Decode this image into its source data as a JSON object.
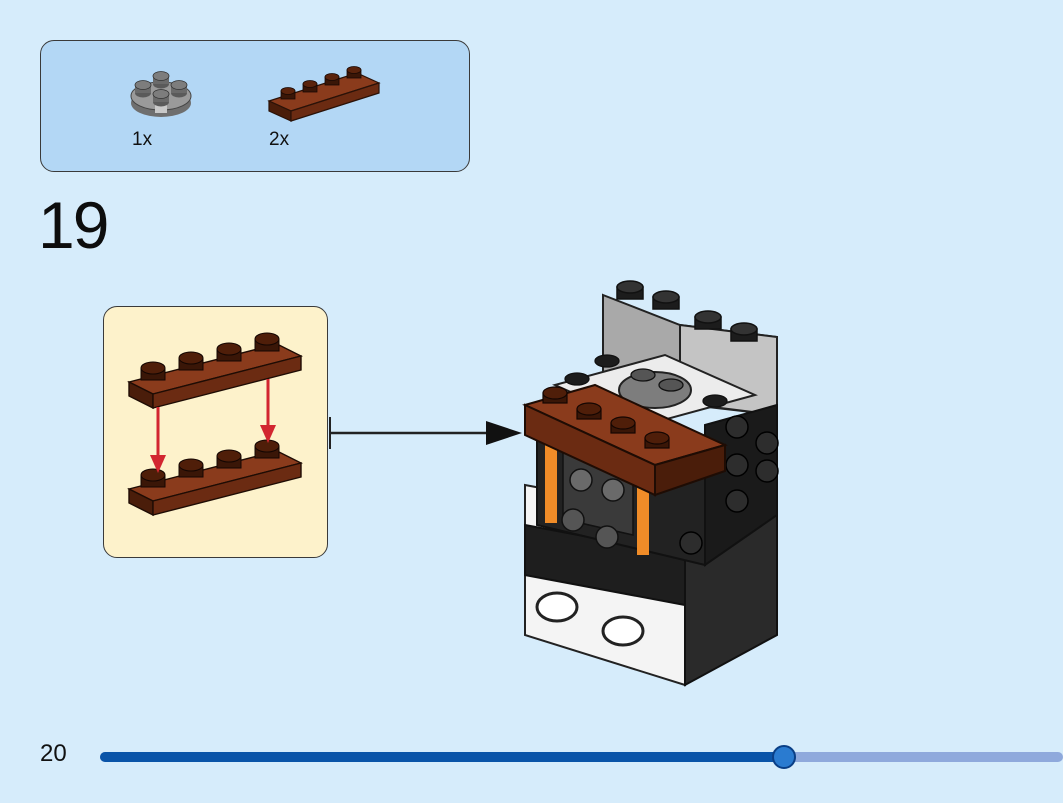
{
  "parts_list": {
    "items": [
      {
        "name": "round-plate-2x2-gray",
        "quantity": "1x",
        "color": "#8a8a8a"
      },
      {
        "name": "plate-1x4-brown",
        "quantity": "2x",
        "color": "#6b2b12"
      }
    ]
  },
  "step": {
    "number": "19"
  },
  "page": {
    "number": "20"
  },
  "progress": {
    "fraction": 0.71
  },
  "colors": {
    "background": "#d6ecfb",
    "parts_box": "#b3d7f5",
    "callout": "#fdf2cb",
    "brick_brown": "#6b2b12",
    "assembly_arrow": "#d22630",
    "progress_fill": "#0a54a8",
    "progress_track": "#8fa9dc"
  }
}
